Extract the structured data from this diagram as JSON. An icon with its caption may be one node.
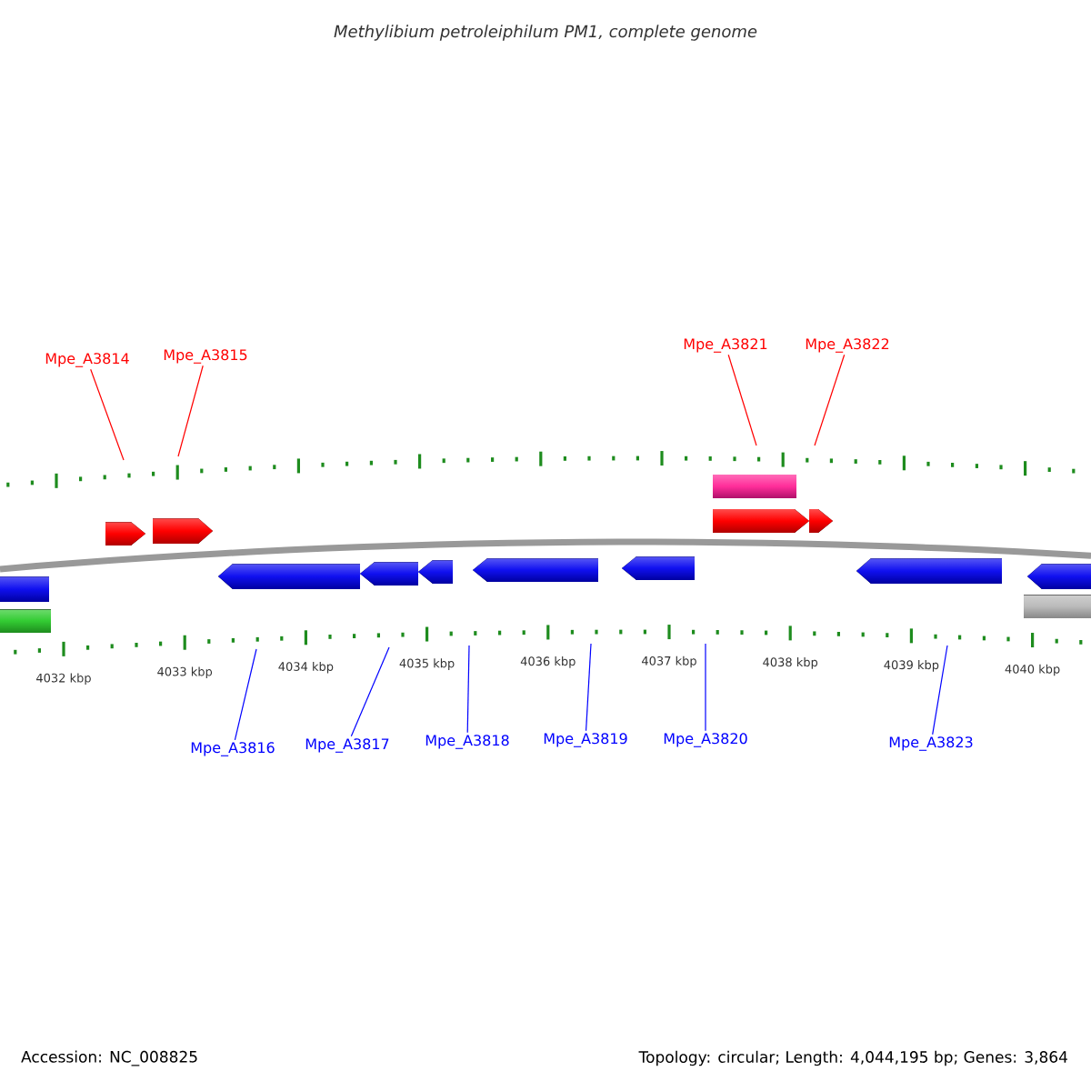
{
  "diagram": {
    "title": "Methylibium petroleiphilum PM1, complete genome",
    "nodes": [
      {
        "text": [
          "Mpe_A3814"
        ]
      },
      {
        "text": [
          "Mpe_A3815"
        ]
      },
      {
        "text": [
          "Mpe_A3821"
        ]
      },
      {
        "text": [
          "Mpe_A3822"
        ]
      },
      {
        "text": [
          "Mpe_A3816"
        ]
      },
      {
        "text": [
          "Mpe_A3817"
        ]
      },
      {
        "text": [
          "Mpe_A3818"
        ]
      },
      {
        "text": [
          "Mpe_A3819"
        ]
      },
      {
        "text": [
          "Mpe_A3820"
        ]
      },
      {
        "text": [
          "Mpe_A3823"
        ]
      }
    ],
    "edges": [
      {
        "from": 0,
        "to": null,
        "arrow": "none",
        "color": "#ff0000"
      },
      {
        "from": 1,
        "to": null,
        "arrow": "none",
        "color": "#ff0000"
      },
      {
        "from": 2,
        "to": null,
        "arrow": "none",
        "color": "#ff0000"
      },
      {
        "from": 3,
        "to": null,
        "arrow": "none",
        "color": "#ff0000"
      },
      {
        "from": 4,
        "to": null,
        "arrow": "none",
        "color": "#0000ff"
      },
      {
        "from": 5,
        "to": null,
        "arrow": "none",
        "color": "#0000ff"
      },
      {
        "from": 6,
        "to": null,
        "arrow": "none",
        "color": "#0000ff"
      },
      {
        "from": 7,
        "to": null,
        "arrow": "none",
        "color": "#0000ff"
      },
      {
        "from": 8,
        "to": null,
        "arrow": "none",
        "color": "#0000ff"
      },
      {
        "from": 9,
        "to": null,
        "arrow": "none",
        "color": "#0000ff"
      }
    ],
    "labels": [
      "4032 kbp",
      "4033 kbp",
      "4034 kbp",
      "4035 kbp",
      "4036 kbp",
      "4037 kbp",
      "4038 kbp",
      "4039 kbp",
      "4040 kbp",
      "Accession: NC_008825",
      "Topology: circular; Length: 4,044,195 bp; Genes: 3,864"
    ]
  }
}
